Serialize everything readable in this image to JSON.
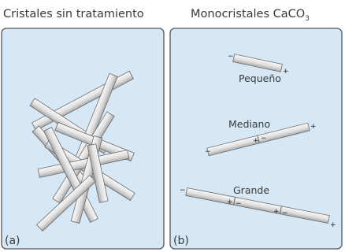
{
  "panels": {
    "a": {
      "title": "Cristales sin tratamiento",
      "letter": "(a)"
    },
    "b": {
      "title": "Monocristales CaCO",
      "title_subscript": "3",
      "letter": "(b)",
      "crystals": {
        "small": {
          "label": "Pequeño",
          "minus": "−",
          "plus": "+"
        },
        "medium": {
          "label": "Mediano",
          "minus": "−",
          "plus": "+",
          "mid_plus": "+",
          "mid_minus": "−"
        },
        "large": {
          "label": "Grande",
          "minus": "−",
          "plus": "+",
          "mid_plus": "+",
          "mid_minus": "−"
        }
      }
    }
  },
  "colors": {
    "panel_fill": "#d6e8f5",
    "panel_stroke": "#555555",
    "crystal_light": "#f4f4f4",
    "crystal_dark": "#a9a9a9",
    "crystal_stroke": "#6a6a6a"
  }
}
